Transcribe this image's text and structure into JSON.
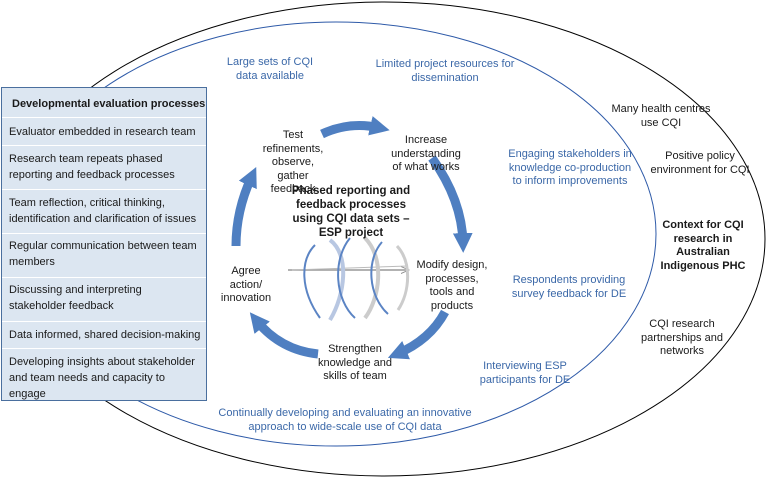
{
  "panel": {
    "title": "Developmental evaluation processes",
    "items": [
      "Evaluator embedded in research team",
      "Research team repeats phased reporting and feedback processes",
      "Team reflection, critical thinking, identification and clarification of issues",
      "Regular communication between team members",
      "Discussing and interpreting stakeholder feedback",
      "Data informed, shared decision-making",
      "Developing insights about stakeholder and team needs and capacity to engage"
    ]
  },
  "cycle": {
    "center": "Phased reporting and feedback processes using CQI data sets – ESP project",
    "steps": [
      "Test refinements, observe, gather feedback",
      "Increase understanding of what works",
      "Modify design, processes, tools and products",
      "Strengthen knowledge and skills of team",
      "Agree action/ innovation"
    ]
  },
  "inner_labels": {
    "top_left": "Large sets of CQI data available",
    "top_right": "Limited project resources for dissemination",
    "right_1": "Engaging stakeholders in knowledge co-production to inform improvements",
    "right_2": "Respondents providing survey feedback for DE",
    "right_3": "Interviewing ESP participants for DE",
    "bottom": "Continually developing and evaluating an innovative approach to wide-scale use of CQI data"
  },
  "outer_labels": {
    "health_centres": "Many health centres use CQI",
    "policy": "Positive policy environment for CQI",
    "context": "Context for CQI research in Australian Indigenous PHC",
    "partnerships": "CQI research partnerships and networks"
  },
  "colors": {
    "accent": "#3b68a8",
    "arrow": "#4f7fc1",
    "panel_bg": "#dce6f1",
    "ellipse_stroke": "#000000"
  }
}
